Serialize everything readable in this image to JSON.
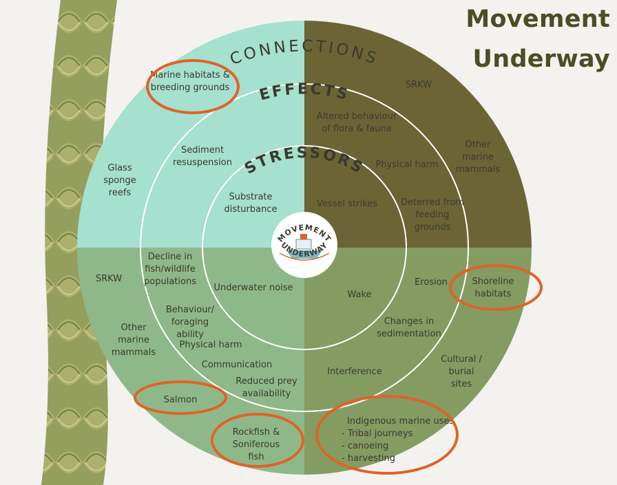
{
  "title": {
    "line1": "Movement",
    "line2": "Underway"
  },
  "ring_titles": {
    "outer": "CONNECTIONS",
    "middle": "EFFECTS",
    "inner": "STRESSORS"
  },
  "center_logo": {
    "top": "MOVEMENT",
    "bottom": "UNDERWAY"
  },
  "colors": {
    "light_teal": "#a6e0cf",
    "olive_dark": "#6b6536",
    "sage": "#8fb88a",
    "olive_green": "#849c62",
    "highlight_circle": "#e06326",
    "ring_line": "#ffffff",
    "text": "#3a3a2e",
    "title": "#4b4d23"
  },
  "stressors": {
    "top_left": "Substrate disturbance",
    "top_right": "Vessel strikes",
    "bottom_left": "Underwater noise",
    "bottom_right": "Wake"
  },
  "effects": {
    "top_left": [
      "Sediment resuspension"
    ],
    "top_right": [
      "Altered behaviour of flora & fauna",
      "Physical harm",
      "Deterred from feeding grounds"
    ],
    "bottom_left": [
      "Decline in fish/wildlife populations",
      "Behaviour/ foraging ability",
      "Physical harm",
      "Communication",
      "Reduced prey availability"
    ],
    "bottom_right": [
      "Erosion",
      "Changes in sedimentation",
      "Interference"
    ]
  },
  "connections": {
    "top_left": [
      "Marine habitats & breeding grounds",
      "Glass sponge reefs"
    ],
    "top_right": [
      "SRKW",
      "Other marine mammals"
    ],
    "bottom_left": [
      "SRKW",
      "Other marine mammals",
      "Salmon",
      "Rockfish & Soniferous fish"
    ],
    "bottom_right": [
      "Shoreline habitats",
      "Cultural / burial sites",
      "Indigenous marine uses",
      "- Tribal journeys",
      "- canoeing",
      "- harvesting"
    ]
  }
}
